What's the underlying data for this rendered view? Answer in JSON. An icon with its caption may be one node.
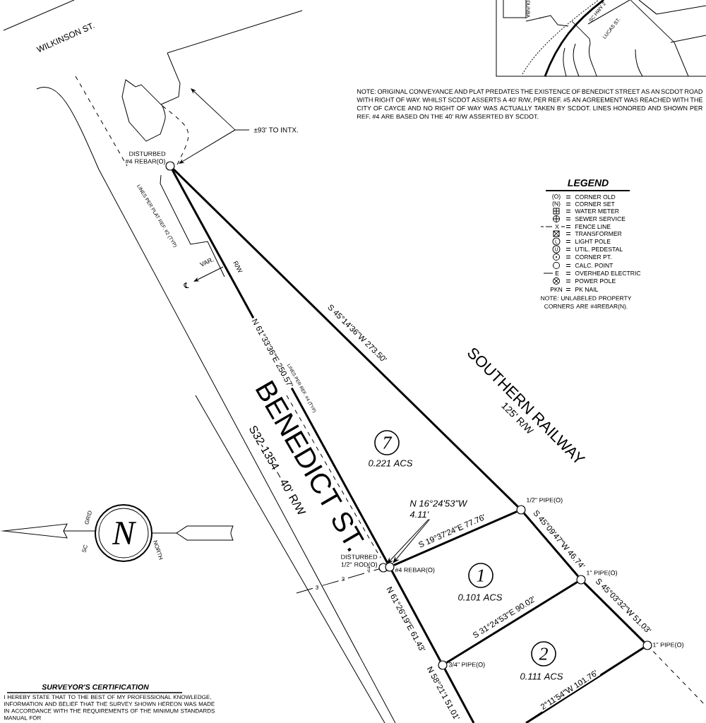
{
  "diagram": {
    "nodes": [
      {
        "text": [],
        "shape": "circle",
        "beside": [
          "DISTURBED #4 REBAR(O)"
        ]
      },
      {
        "text": [],
        "shape": "circle",
        "beside": [
          "DISTURBED 1/2\" ROD(O)"
        ]
      },
      {
        "text": [],
        "shape": "circle",
        "beside": [
          "#4 REBAR(O)"
        ]
      },
      {
        "text": [],
        "shape": "circle",
        "beside": [
          "1/2\" PIPE(O)"
        ]
      },
      {
        "text": [],
        "shape": "circle",
        "beside": [
          "1\" PIPE(O)"
        ]
      },
      {
        "text": [],
        "shape": "circle",
        "beside": [
          "3/4\" PIPE(O)"
        ]
      },
      {
        "text": [],
        "shape": "circle",
        "beside": [
          "1\" PIPE(O)"
        ]
      },
      {
        "text": [
          "7"
        ],
        "beside": [
          "0.221 ACS"
        ]
      },
      {
        "text": [
          "1"
        ],
        "beside": [
          "0.101 ACS"
        ]
      },
      {
        "text": [
          "2"
        ],
        "beside": [
          "0.111 ACS"
        ]
      },
      {
        "text": [
          "N 16°24'53\"W",
          "4.11'"
        ]
      }
    ],
    "edges": [
      {
        "from": 0,
        "to": 2,
        "arrow": "none",
        "label": "N 61°33'36\"E 250.57'"
      },
      {
        "from": 0,
        "to": 3,
        "arrow": "none",
        "label": "S 45°14'36\"W 273.50'"
      },
      {
        "from": 2,
        "to": 3,
        "arrow": "none",
        "label": "S 19°37'24\"E 77.76'"
      },
      {
        "from": 3,
        "to": 4,
        "arrow": "none",
        "label": "S 45°09'47\"W 46.74'"
      },
      {
        "from": 2,
        "to": 5,
        "arrow": "none",
        "label": "N 61°26'19\"E 61.43'"
      },
      {
        "from": 5,
        "to": 4,
        "arrow": "none",
        "label": "S 31°24'53\"E 90.02'"
      },
      {
        "from": 4,
        "to": 6,
        "arrow": "none",
        "label": "S 45°03'32\"W 51.03'"
      },
      {
        "from": 5,
        "to": null,
        "arrow": "none",
        "label": "N 58°21'1 51.01'"
      },
      {
        "from": 6,
        "to": null,
        "arrow": "none",
        "label": "2°11'54\"W 101.76'"
      },
      {
        "from": 10,
        "to": 1,
        "arrow": "to"
      },
      {
        "from": 10,
        "to": 2,
        "arrow": "to"
      }
    ],
    "labels": [
      "DUNBA",
      "SC HWY 2",
      "LUCAS ST.",
      "WILKINSON ST.",
      "NOTE: ORIGINAL CONVEYANCE AND PLAT PREDATES THE EXISTENCE OF BENEDICT STREET AS AN SCDOT ROAD WITH RIGHT OF WAY. WHILST SCDOT ASSERTS A 40' R/W, PER REF. #5 AN AGREEMENT WAS REACHED WITH THE CITY OF CAYCE AND NO RIGHT OF WAY WAS ACTUALLY TAKEN BY SCDOT. LINES HONORED AND SHOWN PER REF. #4 ARE BASED ON THE 40' R/W ASSERTED BY SCDOT.",
      "±93' TO INTX.",
      "LEGEND",
      "(O)",
      "(N)",
      "X",
      "L",
      "U",
      "E",
      "PKN",
      "NOTE: UNLABELED PROPERTY CORNERS ARE #4REBAR(N).",
      "LINES PER PLAT REF. #2 (TYP)",
      "℄",
      "VAR.",
      "R/W",
      "LINES PER REF. #4 (TYP)",
      "BENEDICT ST.",
      "S32-1354 – 40' R/W",
      "SOUTHERN RAILWAY",
      "125' R/W",
      "3",
      "3",
      "3",
      "N",
      "SC",
      "GRID",
      "NORTH",
      "SURVEYOR'S CERTIFICATION",
      "I HEREBY STATE THAT TO THE BEST OF MY PROFESSIONAL KNOWLEDGE, INFORMATION AND BELIEF THAT THE SURVEY SHOWN HEREON WAS MADE IN ACCORDANCE WITH THE REQUIREMENTS OF THE MINIMUM STANDARDS MANUAL FOR"
    ],
    "legend": [
      {
        "text": "CORNER OLD"
      },
      {
        "text": "CORNER SET"
      },
      {
        "text": "WATER METER"
      },
      {
        "text": "SEWER SERVICE"
      },
      {
        "text": "FENCE LINE"
      },
      {
        "text": "TRANSFORMER"
      },
      {
        "text": "LIGHT POLE"
      },
      {
        "text": "UTIL. PEDESTAL"
      },
      {
        "text": "CORNER PT."
      },
      {
        "text": "CALC. POINT"
      },
      {
        "text": "OVERHEAD ELECTRIC"
      },
      {
        "text": "POWER POLE"
      },
      {
        "text": "PK NAIL"
      }
    ]
  }
}
